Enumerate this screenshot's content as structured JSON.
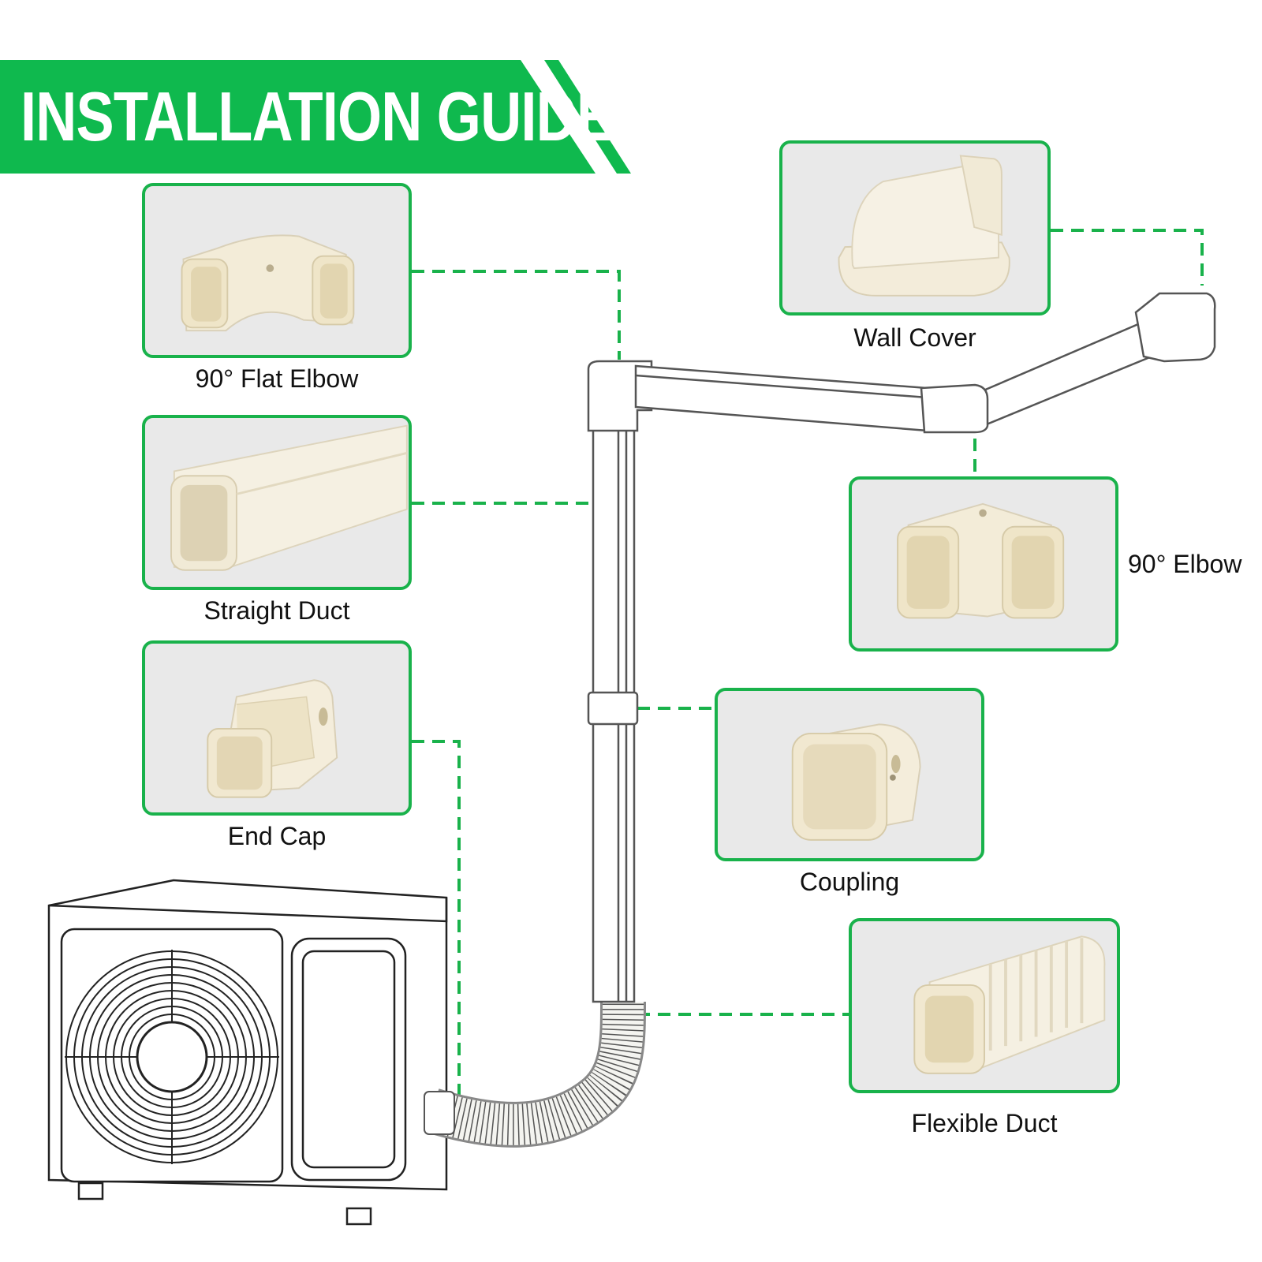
{
  "title": "INSTALLATION GUIDE",
  "accent_color": "#0fb94e",
  "line_color": "#19b24b",
  "parts": [
    {
      "id": "flat-elbow",
      "label": "90° Flat Elbow"
    },
    {
      "id": "straight-duct",
      "label": "Straight Duct"
    },
    {
      "id": "end-cap",
      "label": "End Cap"
    },
    {
      "id": "wall-cover",
      "label": "Wall Cover"
    },
    {
      "id": "elbow",
      "label": "90° Elbow"
    },
    {
      "id": "coupling",
      "label": "Coupling"
    },
    {
      "id": "flexible-duct",
      "label": "Flexible Duct"
    }
  ]
}
